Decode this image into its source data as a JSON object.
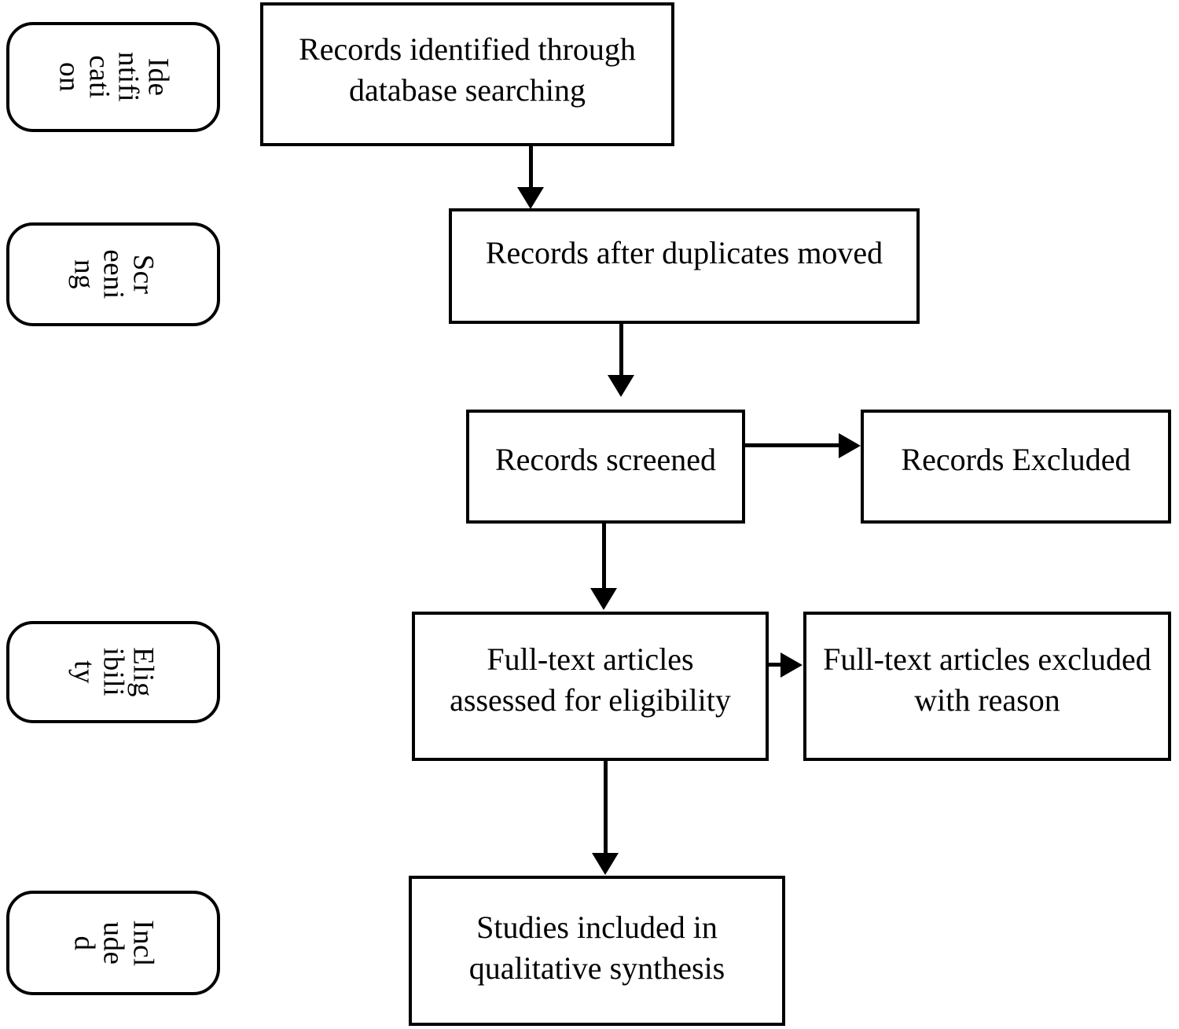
{
  "diagram": {
    "type": "prisma-flow-diagram",
    "stage_labels": [
      {
        "id": "identification",
        "full_text": "Identification",
        "lines": [
          "Ide",
          "ntifi",
          "cati",
          "on"
        ]
      },
      {
        "id": "screening",
        "full_text": "Screening",
        "lines": [
          "Scr",
          "eeni",
          "ng"
        ]
      },
      {
        "id": "eligibility",
        "full_text": "Eligibility",
        "lines": [
          "Elig",
          "ibili",
          "ty"
        ]
      },
      {
        "id": "included",
        "full_text": "Included",
        "lines": [
          "Incl",
          "ude",
          "d"
        ]
      }
    ],
    "boxes": [
      {
        "id": "records-identified",
        "lines": [
          "Records identified through",
          "database searching"
        ]
      },
      {
        "id": "records-deduped",
        "lines": [
          "Records after duplicates moved"
        ]
      },
      {
        "id": "records-screened",
        "lines": [
          "Records screened"
        ]
      },
      {
        "id": "records-excluded",
        "lines": [
          "Records Excluded"
        ]
      },
      {
        "id": "fulltext-assessed",
        "lines": [
          "Full-text articles",
          "assessed for eligibility"
        ]
      },
      {
        "id": "fulltext-excluded",
        "lines": [
          "Full-text articles excluded",
          "with reason"
        ]
      },
      {
        "id": "studies-included",
        "lines": [
          "Studies included in",
          "qualitative synthesis"
        ]
      }
    ],
    "colors": {
      "stroke": "#000000",
      "fill": "#ffffff",
      "text": "#000000"
    }
  }
}
